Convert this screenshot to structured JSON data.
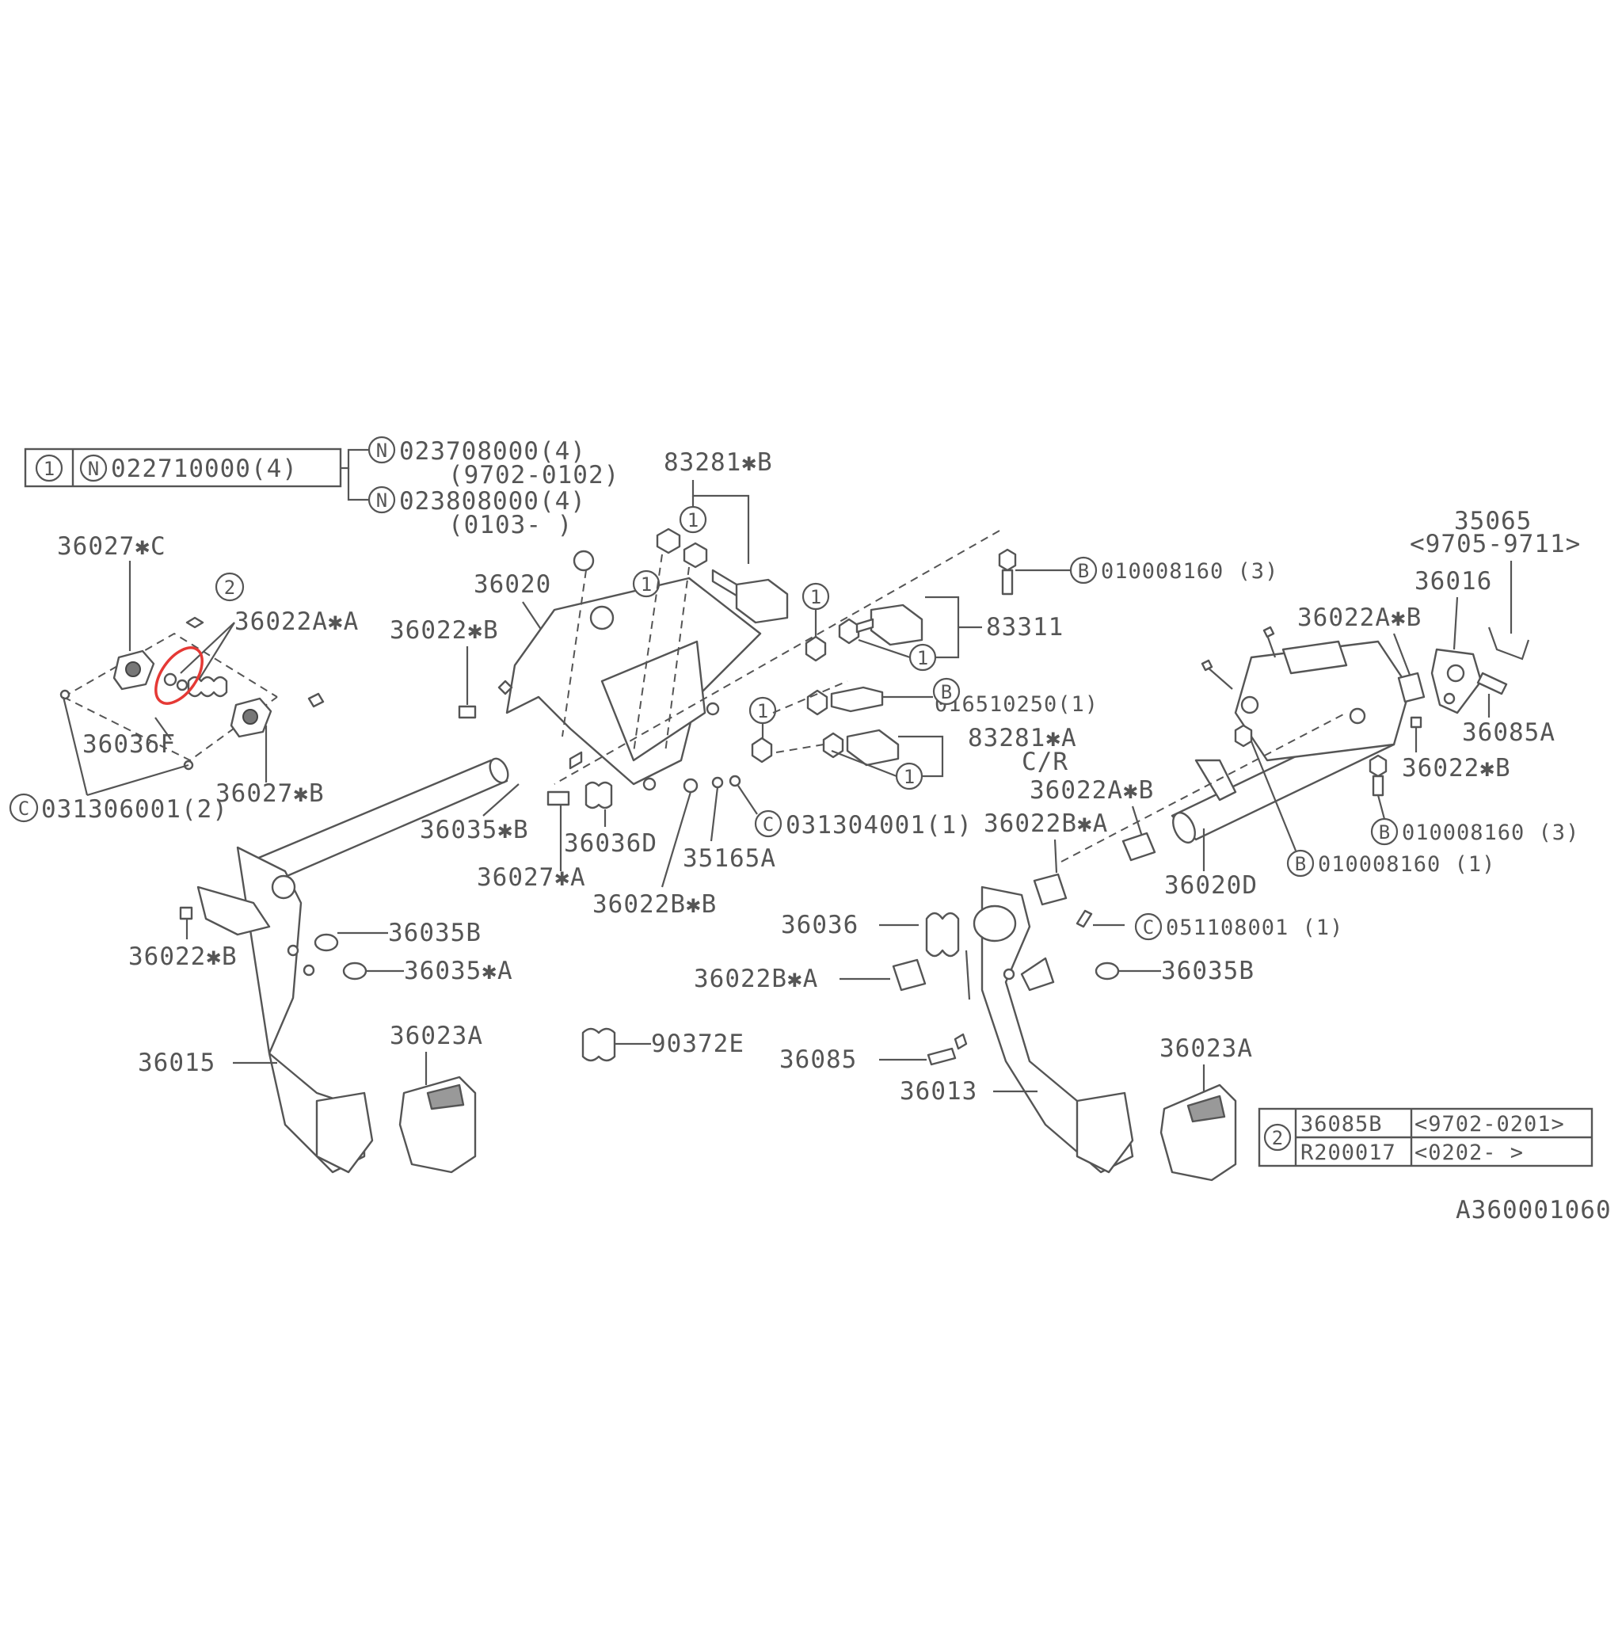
{
  "diagram_id": "A360001060",
  "highlight_color": "#e53935",
  "ink_color": "#555555",
  "legend_top": {
    "key": "1",
    "prefix": "N",
    "part": "022710000(4)",
    "options": [
      {
        "prefix": "N",
        "part": "023708000(4)",
        "range": "(9702-0102)"
      },
      {
        "prefix": "N",
        "part": "023808000(4)",
        "range": "(0103-    )"
      }
    ]
  },
  "legend_bottom": {
    "key": "2",
    "rows": [
      {
        "part": "36085B",
        "range": "<9702-0201>"
      },
      {
        "part": "R200017",
        "range": "<0202-     >"
      }
    ]
  },
  "callouts": {
    "c36027C": "36027✱C",
    "c2": "2",
    "c36022AA_left": "36022A✱A",
    "c36036F": "36036F",
    "c36027B": "36027✱B",
    "c031306001": "031306001(2)",
    "c031306001_prefix": "C",
    "c36020": "36020",
    "c36022B_upper": "36022✱B",
    "c83281B": "83281✱B",
    "c1_a": "1",
    "c1_b": "1",
    "c1_c": "1",
    "c1_d": "1",
    "c1_e": "1",
    "c1_f": "1",
    "c1_g": "1",
    "c010008160_3_top": "010008160 (3)",
    "c010008160_3_top_prefix": "B",
    "c83311": "83311",
    "c016510250": "016510250(1)",
    "c016510250_prefix": "B",
    "c83281A": "83281✱A",
    "cCR": "C/R",
    "c36035B_upper": "36035✱B",
    "c36036D": "36036D",
    "c36027A": "36027✱A",
    "c35165A": "35165A",
    "c031304001": "031304001(1)",
    "c031304001_prefix": "C",
    "c36022BB": "36022B✱B",
    "c36022BA_mid": "36022B✱A",
    "c36022AB_mid": "36022A✱B",
    "c36035B_left": "36035B",
    "c36035A": "36035✱A",
    "c36022B_left": "36022✱B",
    "c36015": "36015",
    "c36023A_left": "36023A",
    "c90372E": "90372E",
    "c36036": "36036",
    "c36022BA_low": "36022B✱A",
    "c36085": "36085",
    "c36013": "36013",
    "c051108001": "051108001 (1)",
    "c051108001_prefix": "C",
    "c36035B_right": "36035B",
    "c36023A_right": "36023A",
    "c36020D": "36020D",
    "c010008160_1": "010008160 (1)",
    "c010008160_1_prefix": "B",
    "c010008160_3_right": "010008160 (3)",
    "c010008160_3_right_prefix": "B",
    "c36022B_right": "36022✱B",
    "c36085A": "36085A",
    "c36022AB_right": "36022A✱B",
    "c36016": "36016",
    "c35065": "35065",
    "c35065_range": "<9705-9711>"
  }
}
